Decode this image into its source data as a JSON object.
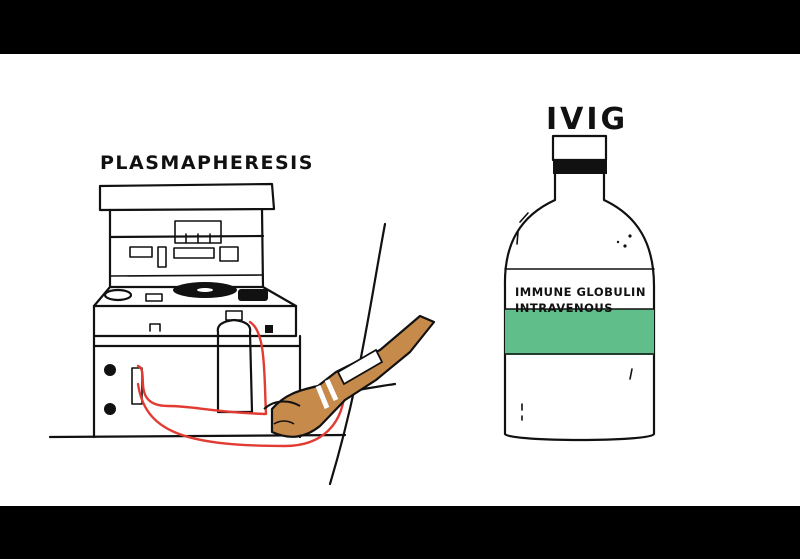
{
  "labels": {
    "left_title": "PLASMAPHERESIS",
    "right_title": "IVIG",
    "bottle_label_line1": "IMMUNE GLOBULIN",
    "bottle_label_line2": "INTRAVENOUS"
  },
  "colors": {
    "background": "#ffffff",
    "letterbox": "#000000",
    "ink": "#111111",
    "tube_red": "#e23b32",
    "skin": "#c68a4a",
    "label_band_green": "#5fbe8a"
  }
}
